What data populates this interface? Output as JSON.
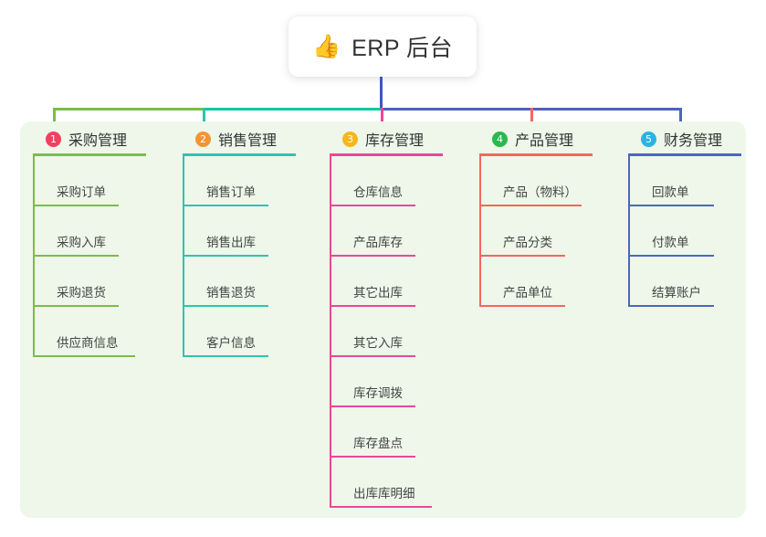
{
  "diagram": {
    "type": "mind-map",
    "root": {
      "icon": "thumbs-up-icon",
      "emoji": "👍",
      "title": "ERP 后台"
    },
    "palette": {
      "panel_bg": "#eef7e9",
      "page_bg": "#ffffff",
      "root_card_bg": "#ffffff",
      "text": "#333333",
      "leaf_text": "#444444",
      "trunk": "#4056bf",
      "bar_left": "#79bf43",
      "bar_mid": "#14c5a4",
      "bar_right": "#4f5fc4"
    },
    "branches": [
      {
        "number": "1",
        "title": "采购管理",
        "badge_color": "#f0415f",
        "line_color": "#7cbd47",
        "items": [
          "采购订单",
          "采购入库",
          "采购退货",
          "供应商信息"
        ]
      },
      {
        "number": "2",
        "title": "销售管理",
        "badge_color": "#f59434",
        "line_color": "#2ec4b0",
        "items": [
          "销售订单",
          "销售出库",
          "销售退货",
          "客户信息"
        ]
      },
      {
        "number": "3",
        "title": "库存管理",
        "badge_color": "#f6b61c",
        "line_color": "#e8489a",
        "items": [
          "仓库信息",
          "产品库存",
          "其它出库",
          "其它入库",
          "库存调拨",
          "库存盘点",
          "出库库明细"
        ]
      },
      {
        "number": "4",
        "title": "产品管理",
        "badge_color": "#2cb84f",
        "line_color": "#f4675f",
        "items": [
          "产品（物料）",
          "产品分类",
          "产品单位"
        ]
      },
      {
        "number": "5",
        "title": "财务管理",
        "badge_color": "#2bb3e3",
        "line_color": "#4a67c4",
        "items": [
          "回款单",
          "付款单",
          "结算账户"
        ]
      }
    ]
  }
}
